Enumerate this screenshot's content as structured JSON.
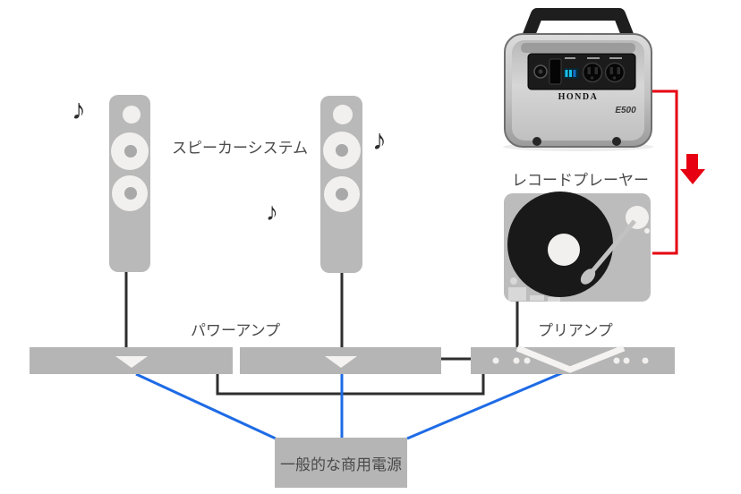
{
  "labels": {
    "speaker_system": "スピーカーシステム",
    "record_player": "レコードプレーヤー",
    "power_amp": "パワーアンプ",
    "preamp": "プリアンプ",
    "commercial_power": "一般的な商用電源"
  },
  "generator": {
    "brand": "HONDA",
    "model": "E500"
  },
  "music_note": "♪",
  "colors": {
    "device_gray": "#b5b5b5",
    "speaker_cone": "#f2f0ee",
    "record_black": "#191919",
    "wire_black": "#2e2e2e",
    "wire_blue": "#1e6be6",
    "wire_red": "#e60012",
    "label_text": "#4a4a4a"
  }
}
